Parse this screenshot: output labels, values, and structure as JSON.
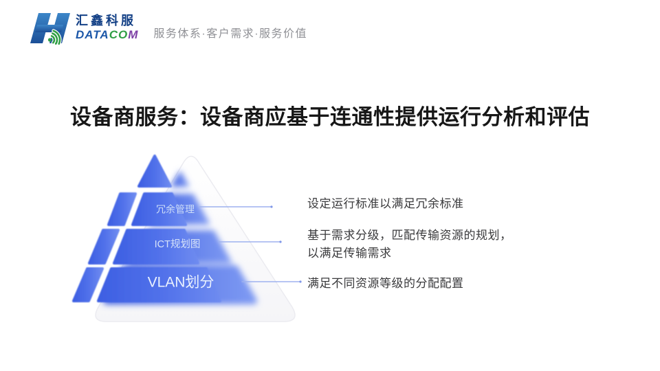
{
  "header": {
    "logo_cn": "汇鑫科服",
    "logo_en_parts": {
      "part1": "DATA",
      "part2": "CO",
      "part3": "M"
    },
    "tagline": "服务体系·客户需求·服务价值",
    "brand_colors": {
      "logo_blue": "#1c57a8",
      "logo_green": "#2f9e44",
      "logo_purple": "#7d3fa5",
      "logo_cn_navy": "#123f85"
    }
  },
  "title": "设备商服务：设备商应基于连通性提供运行分析和评估",
  "pyramid": {
    "levels": [
      {
        "label": "",
        "description_lines": []
      },
      {
        "label": "冗余管理",
        "description_lines": [
          "设定运行标准以满足冗余标准"
        ]
      },
      {
        "label": "ICT规划图",
        "description_lines": [
          "基于需求分级，匹配传输资源的规划，",
          "以满足传输需求"
        ]
      },
      {
        "label": "VLAN划分",
        "description_lines": [
          "满足不同资源等级的分配配置"
        ]
      }
    ],
    "colors": {
      "band_blue_start": "#3f5fe0",
      "band_blue_end": "#7e9af3",
      "label_text": "#d5e2f9",
      "connector_line": "#9db1ef",
      "background_triangle_stroke": "#ebebf0",
      "body_text": "#3a3a3c"
    }
  }
}
